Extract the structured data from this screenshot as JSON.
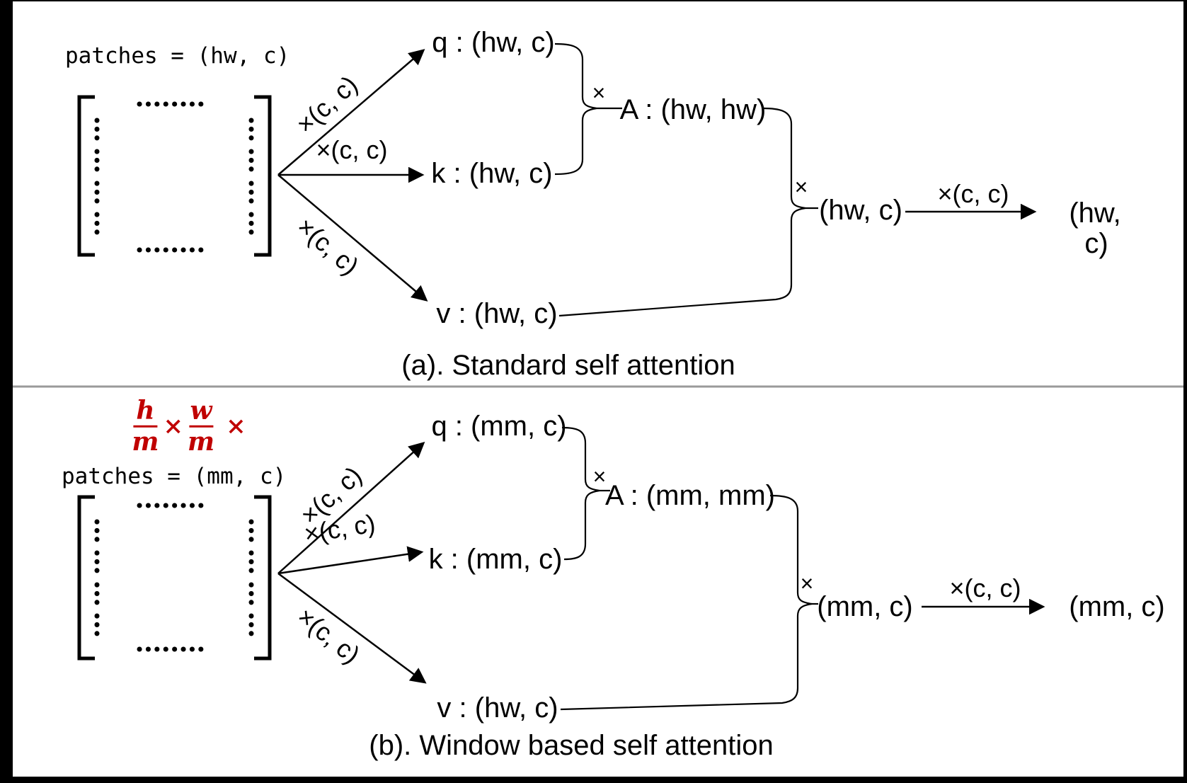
{
  "colors": {
    "ink": "#000000",
    "background": "#ffffff",
    "frame": "#000000",
    "divider_gray": "#9a9a9a",
    "accent_red": "#c00000"
  },
  "panel_a": {
    "caption": "(a). Standard self attention",
    "patches_label": "patches = (hw, c)",
    "weight_q": "×(c, c)",
    "weight_k": "×(c, c)",
    "weight_v": "×(c, c)",
    "q_label": "q : (hw, c)",
    "k_label": "k : (hw, c)",
    "v_label": "v : (hw, c)",
    "qk_multiply": "×",
    "attention_label": "A : (hw, hw)",
    "av_multiply": "×",
    "attended_label": "(hw, c)",
    "projection_label": "×(c, c)",
    "output_line1": "(hw,",
    "output_line2": "c)"
  },
  "panel_b": {
    "caption": "(b). Window based self attention",
    "window_count": {
      "num1": "h",
      "den1": "m",
      "times_mid": "×",
      "num2": "w",
      "den2": "m",
      "times_end": "×"
    },
    "patches_label": "patches = (mm, c)",
    "weight_q": "×(c, c)",
    "weight_k": "×(c, c)",
    "weight_v": "×(c, c)",
    "q_label": "q : (mm, c)",
    "k_label": "k : (mm, c)",
    "v_label": "v : (hw, c)",
    "qk_multiply": "×",
    "attention_label": "A : (mm, mm)",
    "av_multiply": "×",
    "attended_label": "(mm, c)",
    "projection_label": "×(c, c)",
    "output": "(mm, c)"
  }
}
